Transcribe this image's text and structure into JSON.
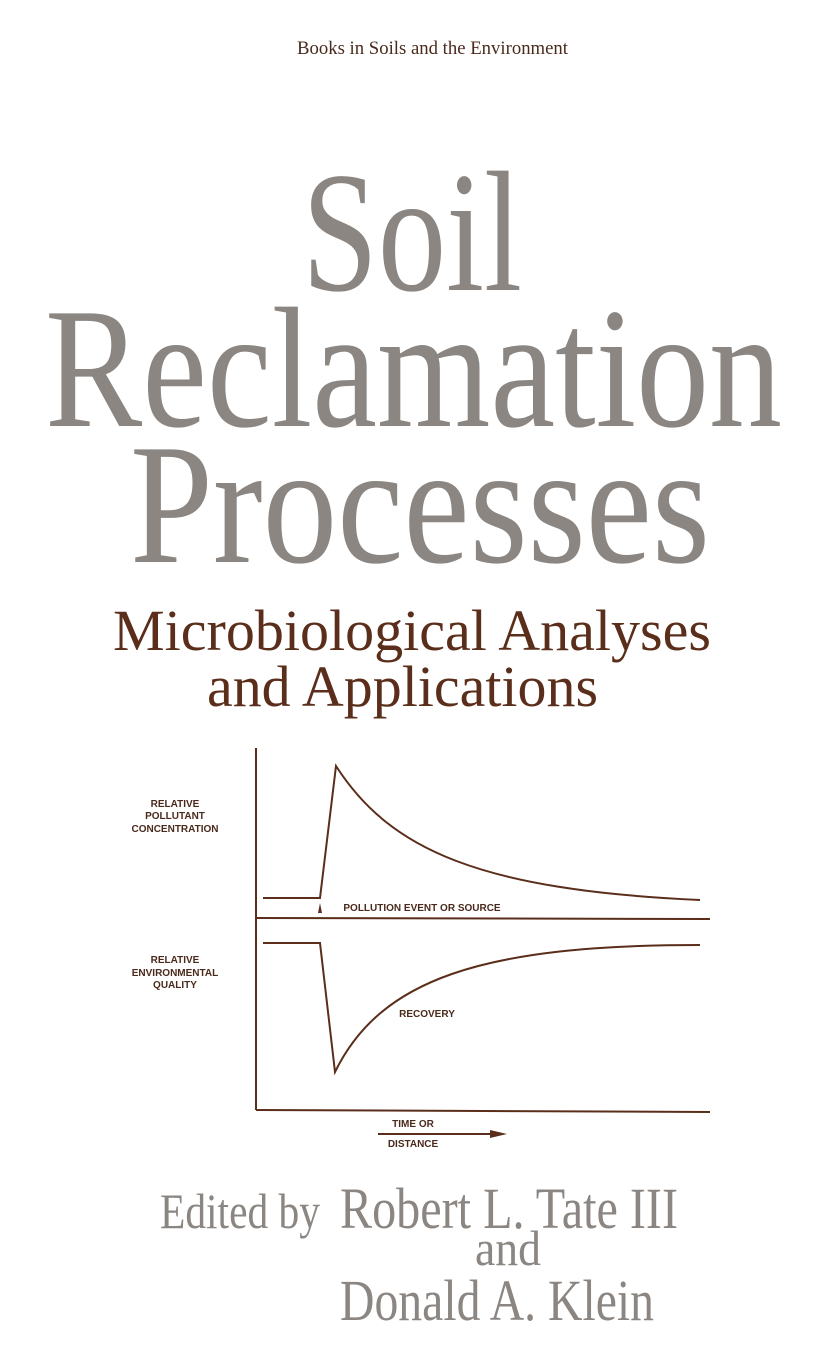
{
  "colors": {
    "gray": "#8b8682",
    "brown": "#5a2e1a",
    "background": "#ffffff"
  },
  "series_label": "Books in Soils and the Environment",
  "title": {
    "line1": "Soil",
    "line2": "Reclamation",
    "line3": "Processes"
  },
  "subtitle": {
    "line1": "Microbiological Analyses",
    "line2": "and Applications"
  },
  "diagram": {
    "top_label": [
      "RELATIVE",
      "POLLUTANT",
      "CONCENTRATION"
    ],
    "bottom_label": [
      "RELATIVE",
      "ENVIRONMENTAL",
      "QUALITY"
    ],
    "event_label": "POLLUTION EVENT OR SOURCE",
    "recovery_label": "RECOVERY",
    "x_label": [
      "TIME OR",
      "DISTANCE"
    ]
  },
  "editors": {
    "edited_by": "Edited by",
    "editor1": "Robert L. Tate III",
    "conjunction": "and",
    "editor2": "Donald A. Klein"
  }
}
